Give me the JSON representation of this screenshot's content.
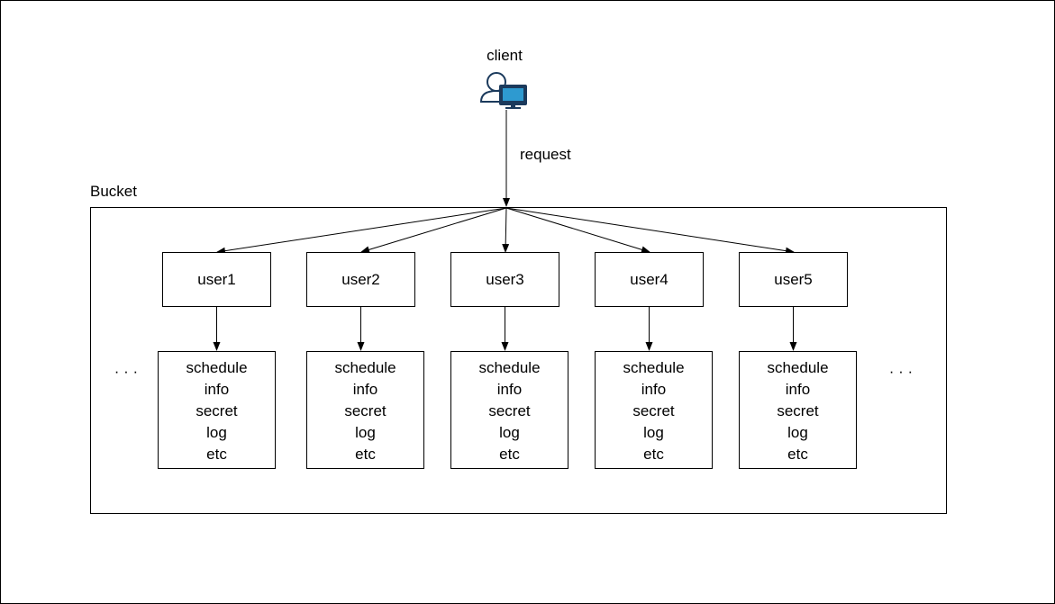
{
  "client": {
    "label": "client",
    "icon": "client-workstation-icon"
  },
  "request_label": "request",
  "bucket": {
    "label": "Bucket"
  },
  "ellipsis_left": "· · ·",
  "ellipsis_right": "· · ·",
  "users": [
    {
      "name": "user1",
      "data": [
        "schedule",
        "info",
        "secret",
        "log",
        "etc"
      ]
    },
    {
      "name": "user2",
      "data": [
        "schedule",
        "info",
        "secret",
        "log",
        "etc"
      ]
    },
    {
      "name": "user3",
      "data": [
        "schedule",
        "info",
        "secret",
        "log",
        "etc"
      ]
    },
    {
      "name": "user4",
      "data": [
        "schedule",
        "info",
        "secret",
        "log",
        "etc"
      ]
    },
    {
      "name": "user5",
      "data": [
        "schedule",
        "info",
        "secret",
        "log",
        "etc"
      ]
    }
  ],
  "colors": {
    "icon_dark": "#1b3a5c",
    "icon_accent": "#2e9ad0"
  }
}
